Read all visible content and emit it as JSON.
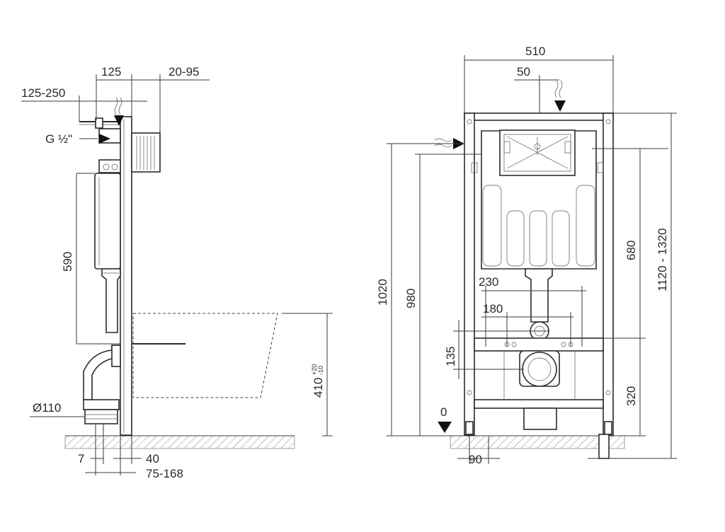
{
  "side_view": {
    "dim_125": "125",
    "dim_20_95": "20-95",
    "dim_125_250": "125-250",
    "label_thread": "G ½\"",
    "dim_590": "590",
    "dim_diameter_110": "Ø110",
    "dim_410": "410",
    "dim_410_tol_upper": "+20",
    "dim_410_tol_lower": "-10",
    "dim_7": "7",
    "dim_40": "40",
    "dim_75_168": "75-168"
  },
  "front_view": {
    "dim_510": "510",
    "dim_50": "50",
    "dim_1020": "1020",
    "dim_980": "980",
    "dim_680": "680",
    "dim_1120_1320": "1120 - 1320",
    "dim_230": "230",
    "dim_180": "180",
    "dim_135": "135",
    "dim_320": "320",
    "label_zero": "0",
    "dim_90": "90"
  }
}
